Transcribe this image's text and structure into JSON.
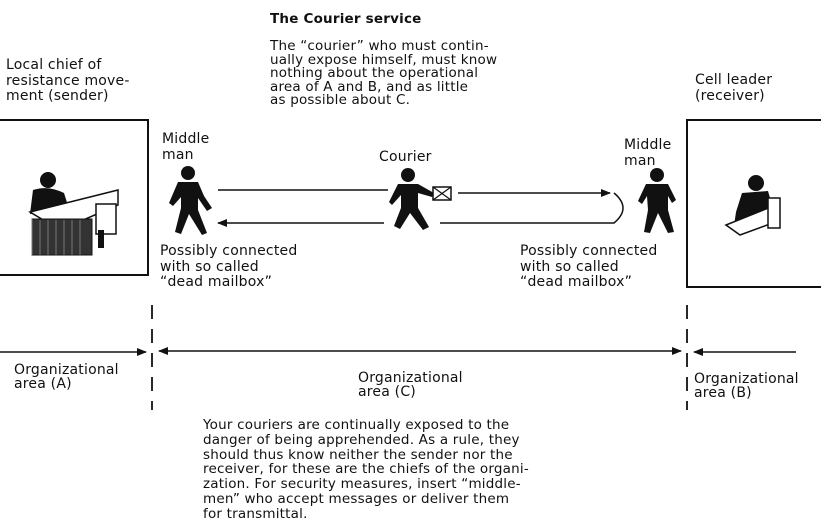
{
  "title": "The Courier service",
  "courier_note": "The “courier” who must contin-\nually expose himself, must know\nnothing about the operational\narea of A and B, and as little\nas possible about C.",
  "sender_label": "Local chief of\nresistance move-\nment (sender)",
  "receiver_label": "Cell leader\n(receiver)",
  "middle_man_left": "Middle\nman",
  "middle_man_right": "Middle\nman",
  "courier_label": "Courier",
  "mailbox_left": "Possibly connected\nwith so called\n“dead mailbox”",
  "mailbox_right": "Possibly connected\nwith so called\n“dead mailbox”",
  "area_a": "Organizational\narea (A)",
  "area_c": "Organizational\narea (C)",
  "area_b": "Organizational\narea (B)",
  "footer_note": "Your couriers are continually exposed to the\ndanger of being apprehended. As a rule, they\nshould thus know neither the sender nor the\nreceiver, for these are the chiefs of the organi-\nzation. For security measures, insert “middle-\nmen” who accept messages or deliver them\nfor transmittal.",
  "icons": [
    "sender-desk-icon",
    "middle-man-figure-icon",
    "courier-figure-icon",
    "envelope-icon",
    "receiver-figure-icon"
  ]
}
